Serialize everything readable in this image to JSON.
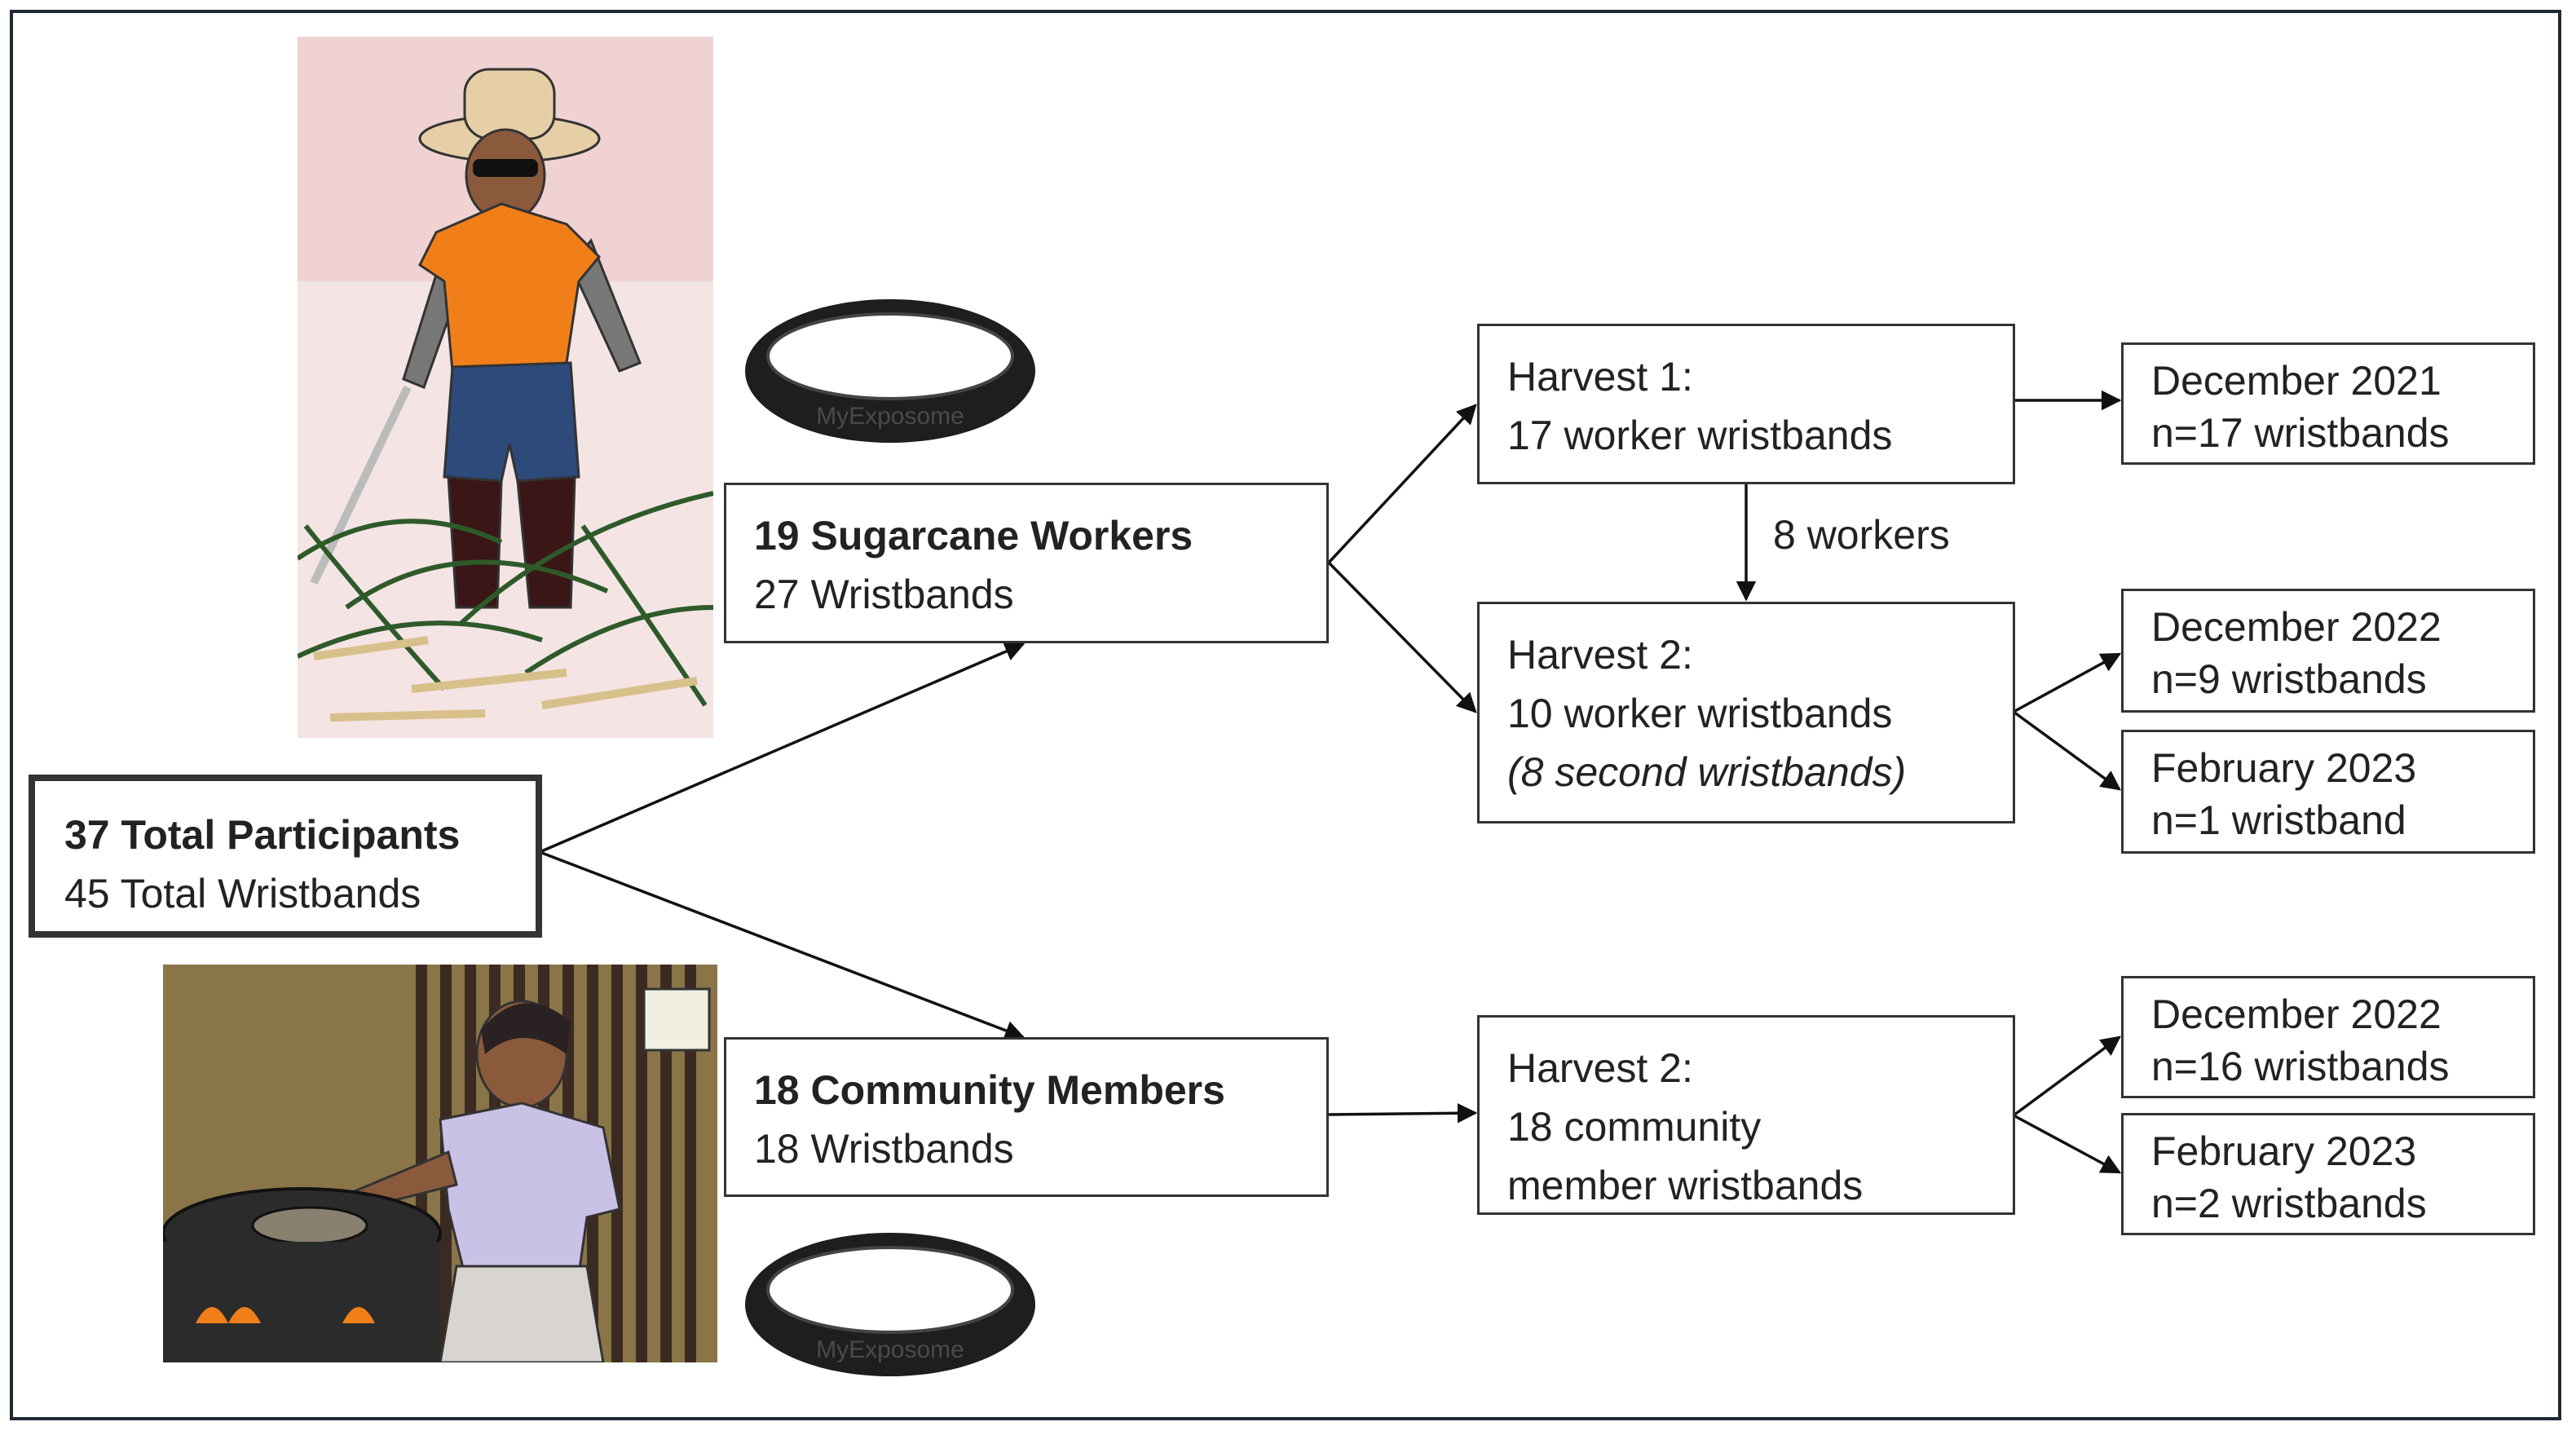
{
  "total": {
    "participants": "37 Total Participants",
    "wristbands": "45 Total Wristbands"
  },
  "workers": {
    "title": "19 Sugarcane Workers",
    "wristbands": "27 Wristbands"
  },
  "community": {
    "title": "18 Community Members",
    "wristbands": "18 Wristbands"
  },
  "harvest1_workers": {
    "title": "Harvest 1:",
    "detail": "17 worker wristbands"
  },
  "harvest2_workers": {
    "title": "Harvest 2:",
    "detail": "10 worker wristbands",
    "note": "(8 second wristbands)"
  },
  "harvest2_community": {
    "title": "Harvest 2:",
    "line1": "18 community",
    "line2": "member wristbands"
  },
  "connector_label": "8 workers",
  "outcomes": {
    "dec2021": {
      "date": "December 2021",
      "count": "n=17 wristbands"
    },
    "dec2022_workers": {
      "date": "December 2022",
      "count": "n=9 wristbands"
    },
    "feb2023_workers": {
      "date": "February  2023",
      "count": "n=1 wristband"
    },
    "dec2022_community": {
      "date": "December 2022",
      "count": "n=16 wristbands"
    },
    "feb2023_community": {
      "date": "February  2023",
      "count": "n=2 wristbands"
    }
  },
  "wristband_brand": "MyExposome"
}
